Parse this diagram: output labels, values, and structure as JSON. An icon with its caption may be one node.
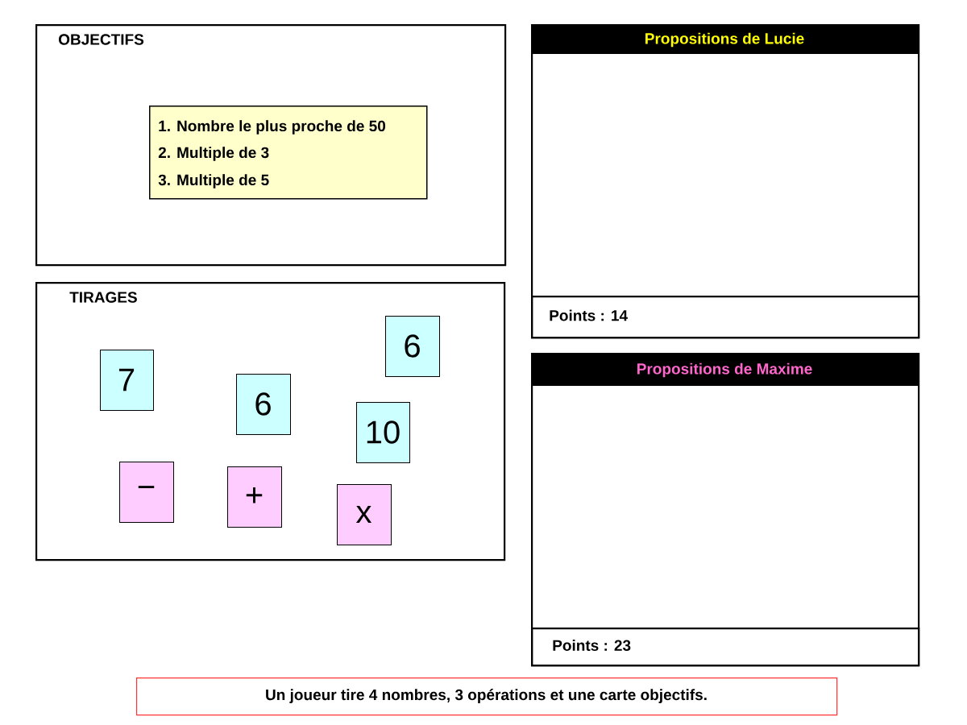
{
  "diagram": {
    "nodes": [
      {
        "text": [
          "OBJECTIFS"
        ]
      },
      {
        "text": [
          "1. Nombre le plus proche de 50",
          "2. Multiple de 3",
          "3. Multiple de 5"
        ],
        "in": 0
      },
      {
        "text": [
          "TIRAGES"
        ]
      },
      {
        "text": [
          "6"
        ],
        "in": 2
      },
      {
        "text": [
          "7"
        ],
        "in": 2
      },
      {
        "text": [
          "6"
        ],
        "in": 2
      },
      {
        "text": [
          "10"
        ],
        "in": 2
      },
      {
        "text": [
          "−"
        ],
        "in": 2
      },
      {
        "text": [
          "+"
        ],
        "in": 2
      },
      {
        "text": [
          "x"
        ],
        "in": 2
      },
      {
        "text": [
          "Propositions de Lucie"
        ]
      },
      {
        "text": [
          "Points : 14"
        ],
        "in": 10
      },
      {
        "text": [
          "Propositions de Maxime"
        ]
      },
      {
        "text": [
          "Points : 23"
        ],
        "in": 12
      },
      {
        "text": [
          "Un joueur tire 4 nombres, 3 opérations et une carte objectifs."
        ]
      }
    ]
  }
}
